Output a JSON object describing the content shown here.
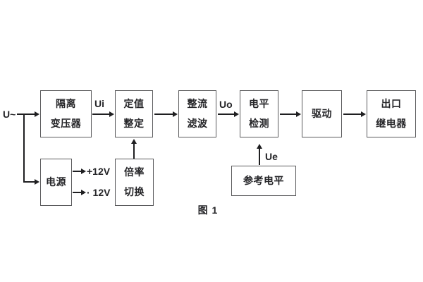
{
  "figure": {
    "caption": "图 1"
  },
  "labels": {
    "input": "U~",
    "ui": "Ui",
    "uo": "Uo",
    "ue": "Ue",
    "plus_12v": "+12V",
    "minus_12v": "· 12V"
  },
  "blocks": {
    "isolation_transformer": {
      "line1": "隔离",
      "line2": "变压器"
    },
    "setting": {
      "line1": "定值",
      "line2": "整定"
    },
    "rectifier_filter": {
      "line1": "整流",
      "line2": "滤波"
    },
    "level_detection": {
      "line1": "电平",
      "line2": "检测"
    },
    "drive": {
      "line1": "驱动"
    },
    "output_relay": {
      "line1": "出口",
      "line2": "继电器"
    },
    "power_supply": {
      "line1": "电源"
    },
    "ratio_switch": {
      "line1": "倍率",
      "line2": "切换"
    },
    "reference_level": {
      "line1": "参考电平"
    }
  },
  "colors": {
    "background": "#ffffff",
    "box_border": "#5a5a5c",
    "line": "#1f1f21",
    "text": "#252528"
  }
}
